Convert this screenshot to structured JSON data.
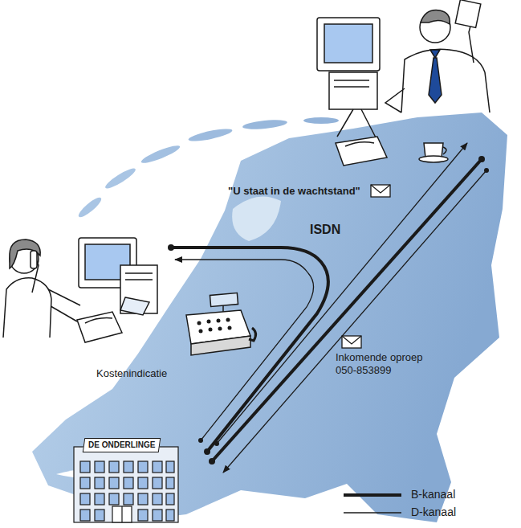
{
  "diagram": {
    "nodes": [
      {
        "text": [
          "DE ONDERLINGE"
        ]
      }
    ],
    "labels": [
      "\"U staat in de wachtstand\"",
      "ISDN",
      "Kostenindicatie",
      "Inkomende oproep 050-853899"
    ],
    "legend": [
      {
        "text": "B-kanaal"
      },
      {
        "text": "D-kanaal"
      }
    ]
  }
}
